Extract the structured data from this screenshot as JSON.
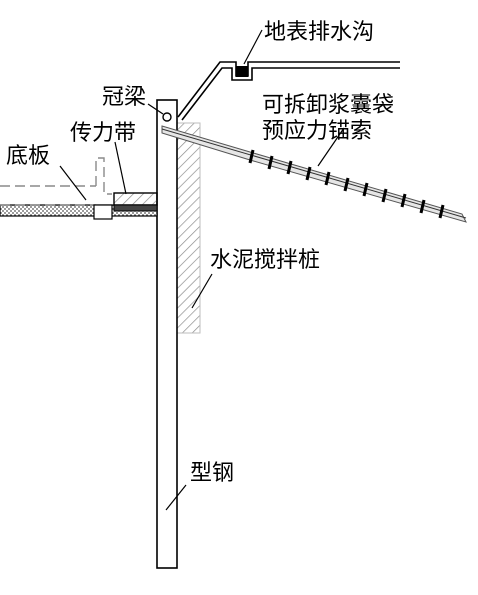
{
  "labels": {
    "drainage_ditch": "地表排水沟",
    "crown_beam": "冠梁",
    "anchor_line1": "可拆卸浆囊袋",
    "anchor_line2": "预应力锚索",
    "force_belt": "传力带",
    "floor_slab": "底板",
    "mixing_pile": "水泥搅拌桩",
    "steel_section": "型钢"
  },
  "colors": {
    "line": "#000000",
    "hatch": "#9a9a9a",
    "anchor_fill": "#e6e6e6",
    "dashed": "#8a8a8a"
  }
}
